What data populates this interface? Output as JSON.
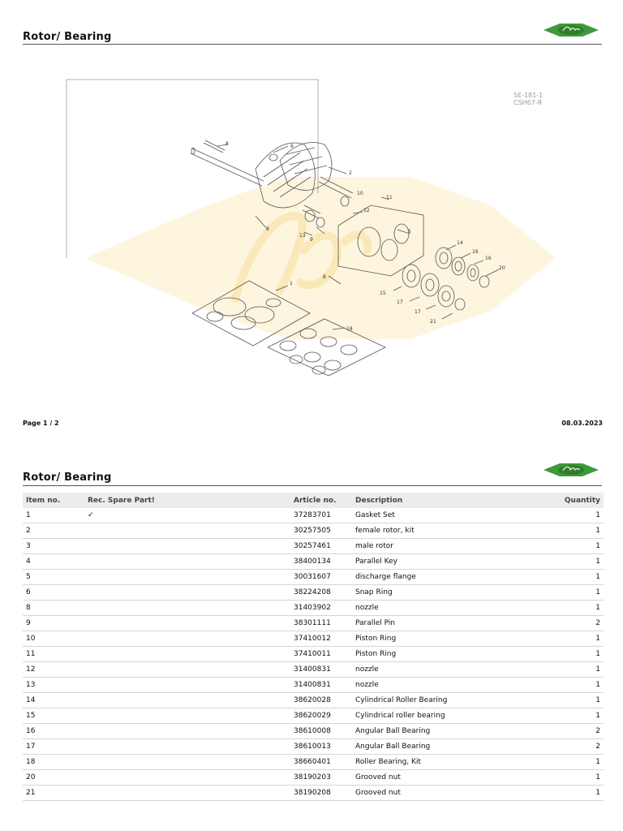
{
  "header": {
    "title": "Rotor/ Bearing"
  },
  "drawing": {
    "ref_code_1": "SE-181-1",
    "ref_code_2": "CSH67-R",
    "callouts": [
      "1",
      "2",
      "3",
      "4",
      "5",
      "6",
      "8",
      "9",
      "10",
      "11",
      "12",
      "13",
      "14",
      "15",
      "16",
      "17",
      "17",
      "18",
      "20",
      "21"
    ]
  },
  "footer": {
    "page": "Page 1 / 2",
    "date": "08.03.2023"
  },
  "table": {
    "title": "Rotor/ Bearing",
    "columns": [
      "Item no.",
      "Rec. Spare Part!",
      "Article no.",
      "Description",
      "Quantity"
    ],
    "rows": [
      {
        "item": "1",
        "spare": "✓",
        "article": "37283701",
        "description": "Gasket Set",
        "qty": "1"
      },
      {
        "item": "2",
        "spare": "",
        "article": "30257505",
        "description": "female rotor, kit",
        "qty": "1"
      },
      {
        "item": "3",
        "spare": "",
        "article": "30257461",
        "description": "male rotor",
        "qty": "1"
      },
      {
        "item": "4",
        "spare": "",
        "article": "38400134",
        "description": "Parallel Key",
        "qty": "1"
      },
      {
        "item": "5",
        "spare": "",
        "article": "30031607",
        "description": "discharge flange",
        "qty": "1"
      },
      {
        "item": "6",
        "spare": "",
        "article": "38224208",
        "description": "Snap Ring",
        "qty": "1"
      },
      {
        "item": "8",
        "spare": "",
        "article": "31403902",
        "description": "nozzle",
        "qty": "1"
      },
      {
        "item": "9",
        "spare": "",
        "article": "38301111",
        "description": "Parallel Pin",
        "qty": "2"
      },
      {
        "item": "10",
        "spare": "",
        "article": "37410012",
        "description": "Piston Ring",
        "qty": "1"
      },
      {
        "item": "11",
        "spare": "",
        "article": "37410011",
        "description": "Piston Ring",
        "qty": "1"
      },
      {
        "item": "12",
        "spare": "",
        "article": "31400831",
        "description": "nozzle",
        "qty": "1"
      },
      {
        "item": "13",
        "spare": "",
        "article": "31400831",
        "description": "nozzle",
        "qty": "1"
      },
      {
        "item": "14",
        "spare": "",
        "article": "38620028",
        "description": "Cylindrical Roller Bearing",
        "qty": "1"
      },
      {
        "item": "15",
        "spare": "",
        "article": "38620029",
        "description": "Cylindrical roller bearing",
        "qty": "1"
      },
      {
        "item": "16",
        "spare": "",
        "article": "38610008",
        "description": "Angular Ball Bearing",
        "qty": "2"
      },
      {
        "item": "17",
        "spare": "",
        "article": "38610013",
        "description": "Angular Ball Bearing",
        "qty": "2"
      },
      {
        "item": "18",
        "spare": "",
        "article": "38660401",
        "description": "Roller Bearing, Kit",
        "qty": "1"
      },
      {
        "item": "20",
        "spare": "",
        "article": "38190203",
        "description": "Grooved nut",
        "qty": "1"
      },
      {
        "item": "21",
        "spare": "",
        "article": "38190208",
        "description": "Grooved nut",
        "qty": "1"
      }
    ]
  },
  "colors": {
    "logo_green": "#3e9a3a",
    "watermark": "#fdf3d8",
    "line": "#555555"
  },
  "icons": {
    "logo": "bitzer-logo-icon"
  }
}
